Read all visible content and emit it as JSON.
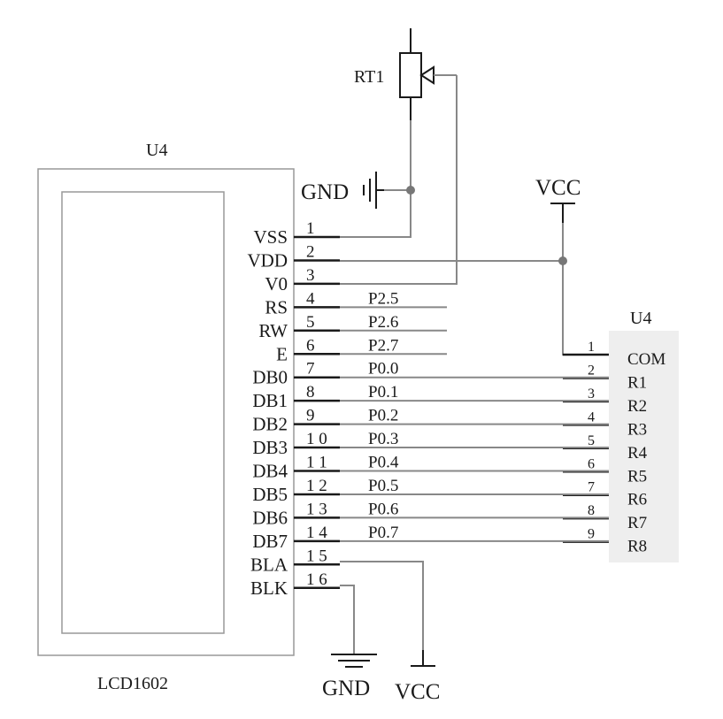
{
  "lcd": {
    "ref": "U4",
    "part": "LCD1602",
    "pins": [
      {
        "num": "1",
        "name": "VSS",
        "net": ""
      },
      {
        "num": "2",
        "name": "VDD",
        "net": ""
      },
      {
        "num": "3",
        "name": "V0",
        "net": ""
      },
      {
        "num": "4",
        "name": "RS",
        "net": "P2.5"
      },
      {
        "num": "5",
        "name": "RW",
        "net": "P2.6"
      },
      {
        "num": "6",
        "name": "E",
        "net": "P2.7"
      },
      {
        "num": "7",
        "name": "DB0",
        "net": "P0.0"
      },
      {
        "num": "8",
        "name": "DB1",
        "net": "P0.1"
      },
      {
        "num": "9",
        "name": "DB2",
        "net": "P0.2"
      },
      {
        "num": "1 0",
        "name": "DB3",
        "net": "P0.3"
      },
      {
        "num": "1 1",
        "name": "DB4",
        "net": "P0.4"
      },
      {
        "num": "1 2",
        "name": "DB5",
        "net": "P0.5"
      },
      {
        "num": "1 3",
        "name": "DB6",
        "net": "P0.6"
      },
      {
        "num": "1 4",
        "name": "DB7",
        "net": "P0.7"
      },
      {
        "num": "1 5",
        "name": "BLA",
        "net": ""
      },
      {
        "num": "1 6",
        "name": "BLK",
        "net": ""
      }
    ]
  },
  "resnet": {
    "ref": "U4",
    "pins": [
      {
        "num": "1",
        "name": "COM"
      },
      {
        "num": "2",
        "name": "R1"
      },
      {
        "num": "3",
        "name": "R2"
      },
      {
        "num": "4",
        "name": "R3"
      },
      {
        "num": "5",
        "name": "R4"
      },
      {
        "num": "6",
        "name": "R5"
      },
      {
        "num": "7",
        "name": "R6"
      },
      {
        "num": "8",
        "name": "R7"
      },
      {
        "num": "9",
        "name": "R8"
      }
    ]
  },
  "pot": {
    "ref": "RT1"
  },
  "power": {
    "gnd_top": "GND",
    "vcc_top": "VCC",
    "gnd_bottom": "GND",
    "vcc_bottom": "VCC"
  },
  "colors": {
    "wire": "#888888",
    "ink": "#1a1a1a",
    "box": "#999999",
    "resnet_fill": "#eeeeee"
  }
}
